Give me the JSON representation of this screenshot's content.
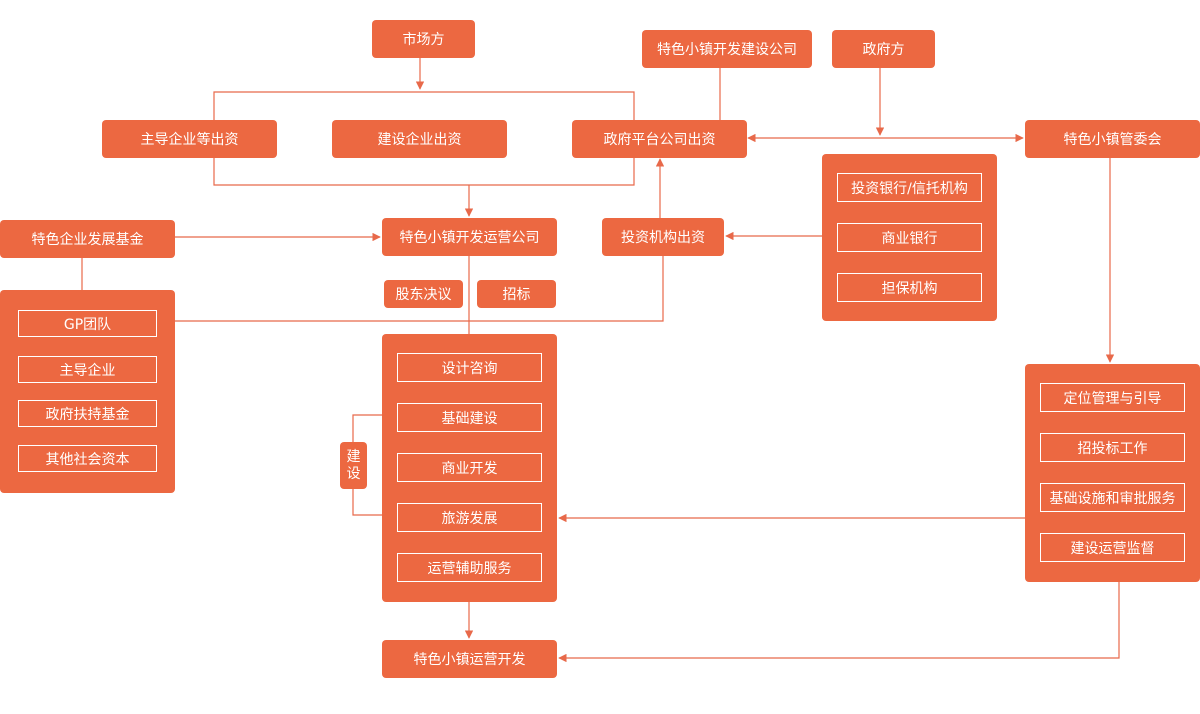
{
  "colors": {
    "accent": "#ec6841",
    "line": "#e8694a",
    "text": "#ffffff"
  },
  "nodes": {
    "market": "市场方",
    "dev_company": "特色小镇开发建设公司",
    "government": "政府方",
    "leading_enterprise_funding": "主导企业等出资",
    "construction_enterprise_funding": "建设企业出资",
    "gov_platform_funding": "政府平台公司出资",
    "committee": "特色小镇管委会",
    "enterprise_fund": "特色企业发展基金",
    "ops_company": "特色小镇开发运营公司",
    "investment_funding": "投资机构出资",
    "shareholder_resolution": "股东决议",
    "bidding": "招标",
    "construction_label": "建设",
    "final_output": "特色小镇运营开发"
  },
  "fund_members": [
    "GP团队",
    "主导企业",
    "政府扶持基金",
    "其他社会资本"
  ],
  "institutions": [
    "投资银行/信托机构",
    "商业银行",
    "担保机构"
  ],
  "ops_services": [
    "设计咨询",
    "基础建设",
    "商业开发",
    "旅游发展",
    "运营辅助服务"
  ],
  "committee_duties": [
    "定位管理与引导",
    "招投标工作",
    "基础设施和审批服务",
    "建设运营监督"
  ]
}
